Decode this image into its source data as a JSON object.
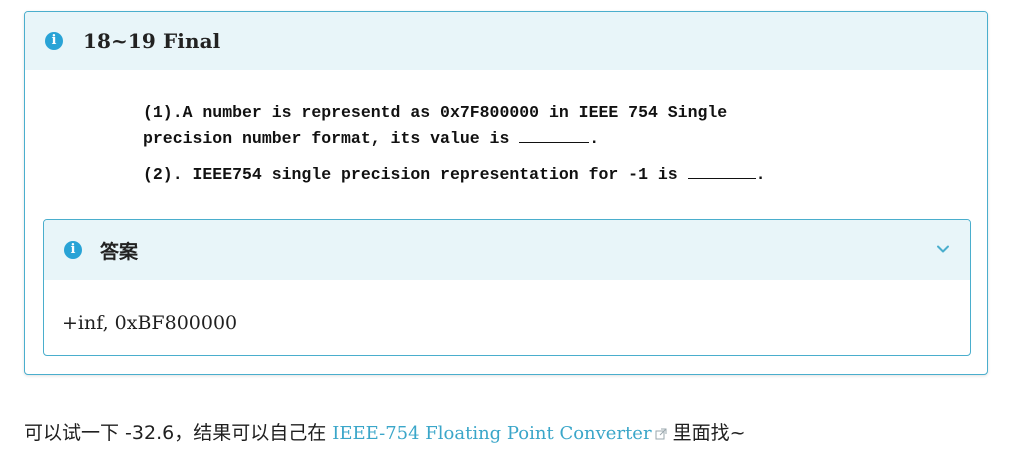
{
  "admonition": {
    "icon": "info-icon",
    "icon_glyph": "i",
    "title": "18~19 Final",
    "accent_color": "#4aaecd"
  },
  "question": {
    "line1": "(1).A number is representd as 0x7F800000 in IEEE 754 Single",
    "line2_prefix": "precision number format, its value is ",
    "line2_suffix": ".",
    "line3_prefix": "(2). IEEE754 single precision representation for -1 is ",
    "line3_suffix": "."
  },
  "answer_block": {
    "icon": "info-icon",
    "icon_glyph": "i",
    "summary": "答案",
    "toggle_icon": "chevron-down-icon",
    "content": "+inf, 0xBF800000"
  },
  "footer": {
    "prefix": "可以试一下 -32.6，结果可以自己在 ",
    "link_text": "IEEE-754 Floating Point Converter",
    "link_icon": "external-link-icon",
    "suffix": " 里面找~",
    "link_color": "#3aa6c9"
  }
}
